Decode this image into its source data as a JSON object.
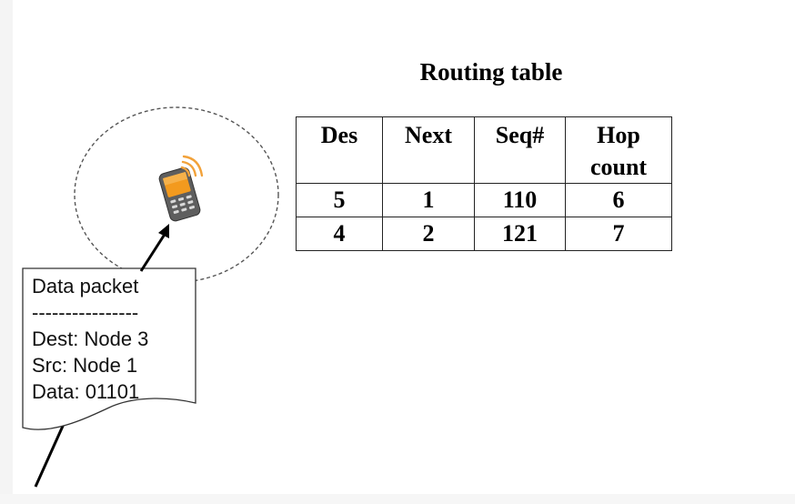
{
  "routing_table": {
    "title": "Routing table",
    "headers": [
      "Des",
      "Next",
      "Seq#",
      "Hop\ncount"
    ],
    "rows": [
      [
        "5",
        "1",
        "110",
        "6"
      ],
      [
        "4",
        "2",
        "121",
        "7"
      ]
    ]
  },
  "data_packet": {
    "title": "Data packet",
    "separator": "----------------",
    "dest": "Dest: Node 3",
    "src": "Src: Node 1",
    "data": "Data: 01101"
  },
  "icons": {
    "node": "mobile-phone-icon",
    "signal": "wireless-signal-icon"
  },
  "colors": {
    "phone_body": "#6b6b6b",
    "phone_screen": "#f39a1e",
    "signal": "#f2a23a",
    "range_circle": "#555555"
  }
}
